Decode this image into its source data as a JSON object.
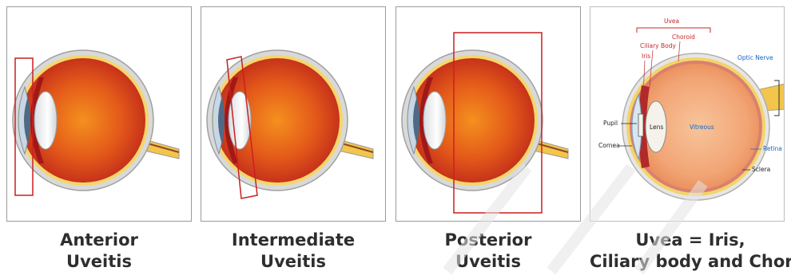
{
  "panels": [
    {
      "caption_line1": "Anterior",
      "caption_line2": "Uveitis"
    },
    {
      "caption_line1": "Intermediate",
      "caption_line2": "Uveitis"
    },
    {
      "caption_line1": "Posterior",
      "caption_line2": "Uveitis"
    },
    {
      "caption_line1": "Uvea = Iris,",
      "caption_line2": "Ciliary body and Choroid"
    }
  ],
  "labels": {
    "uvea": "Uvea",
    "choroid": "Choroid",
    "ciliary_body": "Ciliary Body",
    "iris": "Iris",
    "optic_nerve": "Optic Nerve",
    "pupil": "Pupil",
    "lens": "Lens",
    "vitreous": "Vitreous",
    "cornea": "Cornea",
    "retina": "Retina",
    "sclera": "Sclera"
  },
  "colors": {
    "highlight": "#cc1f1f",
    "eye_inner": "#e8501c",
    "eye_core": "#f08a1a",
    "uvea_label": "#c62828",
    "retina_label": "#1565c0"
  }
}
